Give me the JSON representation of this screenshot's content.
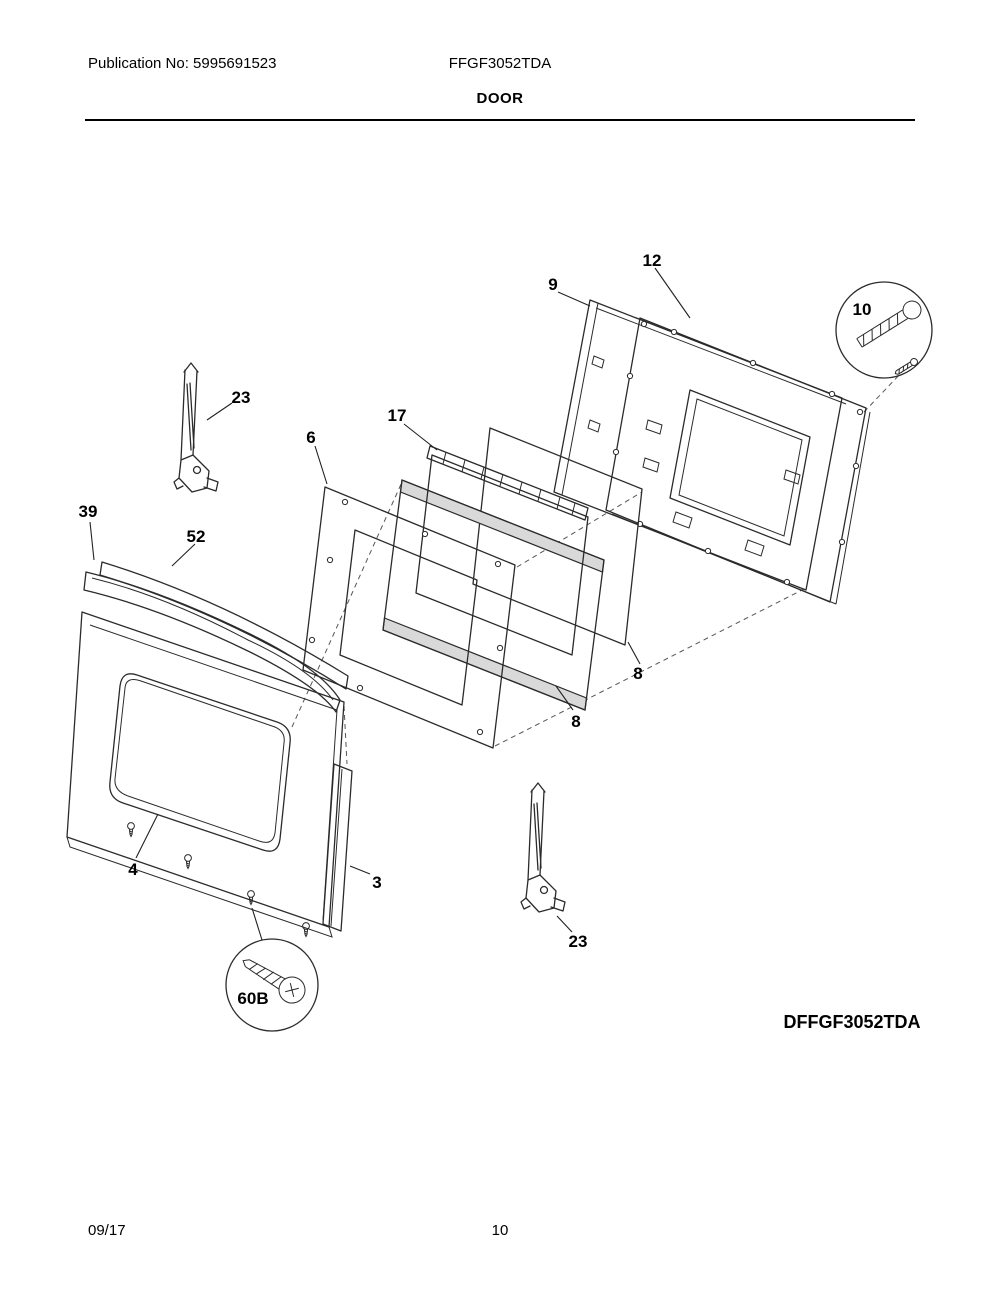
{
  "header": {
    "publication_no": "Publication No: 5995691523",
    "model": "FFGF3052TDA",
    "title": "DOOR"
  },
  "diagram": {
    "model_label": "DFFGF3052TDA",
    "callouts": {
      "c9": "9",
      "c12": "12",
      "c10": "10",
      "c23a": "23",
      "c17": "17",
      "c6": "6",
      "c39": "39",
      "c52": "52",
      "c8a": "8",
      "c8b": "8",
      "c4": "4",
      "c3": "3",
      "c23b": "23",
      "c60b": "60B"
    }
  },
  "footer": {
    "date": "09/17",
    "page": "10"
  }
}
